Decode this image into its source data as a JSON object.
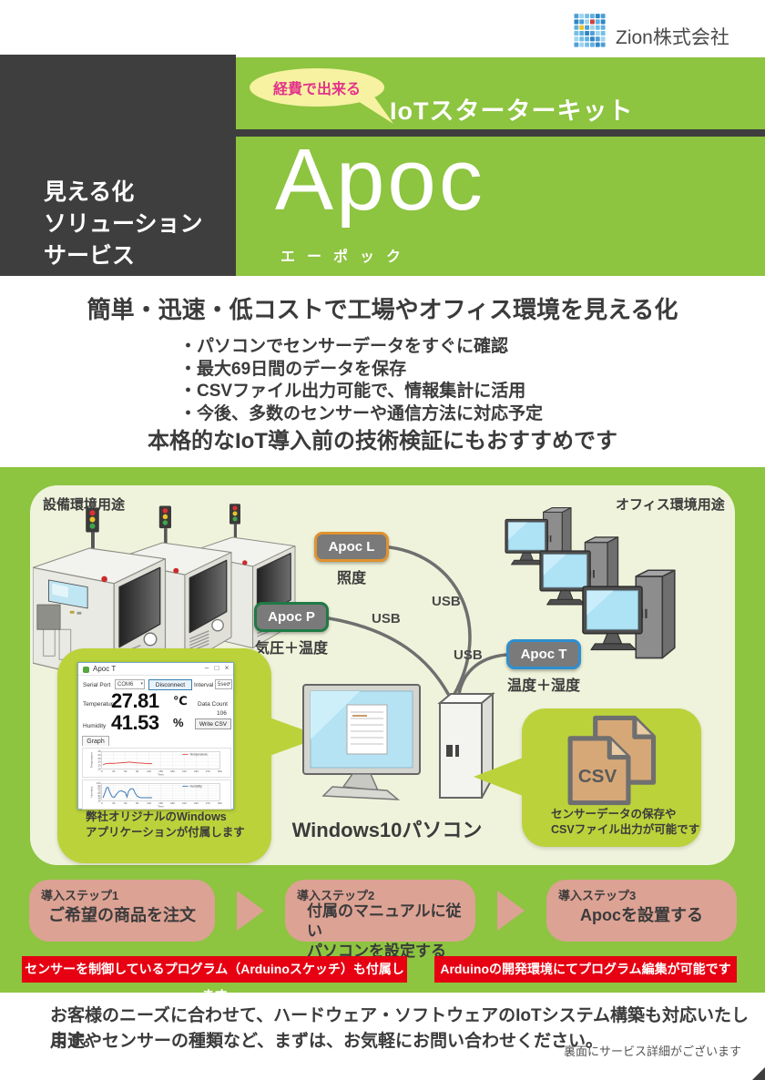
{
  "header": {
    "company": "Zion株式会社"
  },
  "hero": {
    "service_lines": [
      "見える化",
      "ソリューション",
      "サービス"
    ],
    "bubble": "経費で出来る",
    "kit_title": "IoTスターターキット",
    "product_name": "Apoc",
    "product_kana": "エーポック"
  },
  "intro": {
    "heading": "簡単・迅速・低コストで工場やオフィス環境を見える化",
    "bullets": [
      "・パソコンでセンサーデータをすぐに確認",
      "・最大69日間のデータを保存",
      "・CSVファイル出力可能で、情報集計に活用",
      "・今後、多数のセンサーや通信方法に対応予定"
    ],
    "subheading": "本格的なIoT導入前の技術検証にもおすすめです"
  },
  "diagram": {
    "left_label": "設備環境用途",
    "right_label": "オフィス環境用途",
    "usb_label": "USB",
    "devices": [
      {
        "name": "Apoc L",
        "caption": "照度"
      },
      {
        "name": "Apoc P",
        "caption": "気圧＋温度"
      },
      {
        "name": "Apoc T",
        "caption": "温度＋湿度"
      }
    ],
    "pc_label": "Windows10パソコン",
    "app_caption_lines": [
      "弊社オリジナルのWindows",
      "アプリケーションが付属します"
    ],
    "csv_icon_label": "CSV",
    "csv_caption_lines": [
      "センサーデータの保存や",
      "CSVファイル出力が可能です"
    ]
  },
  "app_window": {
    "title": "Apoc T",
    "controls": {
      "minimize": "–",
      "maximize": "□",
      "close": "×"
    },
    "serial_port_label": "Serial Port",
    "serial_port_value": "COM6",
    "disconnect_label": "Disconnect",
    "interval_label": "Interval",
    "interval_value": "5sec",
    "temperature_label": "Temperature",
    "temperature_value": "27.81",
    "temperature_unit": "℃",
    "humidity_label": "Humidity",
    "humidity_value": "41.53",
    "humidity_unit": "%",
    "data_count_label": "Data Count",
    "data_count_value": "106",
    "write_csv_label": "Write CSV",
    "graph_tab_label": "Graph"
  },
  "chart_data": [
    {
      "type": "line",
      "title": "Temperature",
      "xlabel": "Time",
      "ylabel": "Temperature",
      "xlim": [
        0,
        300
      ],
      "ylim": [
        20,
        45
      ],
      "xticks": [
        0,
        30,
        60,
        90,
        120,
        150,
        180,
        210,
        240,
        270,
        300
      ],
      "yticks": [
        20,
        25,
        30,
        35,
        40,
        45
      ],
      "grid": true,
      "legend_position": "top-right",
      "series": [
        {
          "name": "Temperature",
          "color": "#D9534A",
          "points": [
            [
              3,
              26
            ],
            [
              10,
              27.5
            ],
            [
              20,
              28
            ],
            [
              30,
              27.8
            ],
            [
              40,
              28.2
            ],
            [
              50,
              28.8
            ],
            [
              60,
              29
            ],
            [
              70,
              29.8
            ],
            [
              80,
              29.2
            ],
            [
              90,
              28.6
            ],
            [
              100,
              28.2
            ],
            [
              110,
              27.9
            ],
            [
              120,
              27.6
            ],
            [
              128,
              27.5
            ]
          ]
        }
      ]
    },
    {
      "type": "line",
      "title": "Humidity",
      "xlabel": "Time",
      "ylabel": "Humidity",
      "xlim": [
        0,
        300
      ],
      "ylim": [
        30,
        100
      ],
      "xticks": [
        0,
        30,
        60,
        90,
        120,
        150,
        180,
        210,
        240,
        270,
        300
      ],
      "yticks": [
        30,
        40,
        50,
        60,
        70,
        80,
        90,
        100
      ],
      "grid": true,
      "legend_position": "top-right",
      "series": [
        {
          "name": "Humidity",
          "color": "#3D7AB5",
          "points": [
            [
              3,
              42
            ],
            [
              8,
              62
            ],
            [
              12,
              82
            ],
            [
              16,
              84
            ],
            [
              20,
              65
            ],
            [
              26,
              46
            ],
            [
              32,
              44
            ],
            [
              38,
              58
            ],
            [
              44,
              68
            ],
            [
              50,
              70
            ],
            [
              55,
              66
            ],
            [
              60,
              63
            ],
            [
              64,
              45
            ],
            [
              68,
              68
            ],
            [
              72,
              76
            ],
            [
              76,
              79
            ],
            [
              80,
              77
            ],
            [
              85,
              60
            ],
            [
              90,
              48
            ],
            [
              95,
              44
            ],
            [
              100,
              42
            ],
            [
              110,
              42
            ],
            [
              120,
              42
            ],
            [
              128,
              42
            ]
          ]
        }
      ]
    }
  ],
  "steps": [
    {
      "label": "導入ステップ1",
      "lines": [
        "ご希望の商品を注文"
      ]
    },
    {
      "label": "導入ステップ2",
      "lines": [
        "付属のマニュアルに従い",
        "パソコンを設定する"
      ]
    },
    {
      "label": "導入ステップ3",
      "lines": [
        "Apocを設置する"
      ]
    }
  ],
  "banners": [
    "センサーを制御しているプログラム（Arduinoスケッチ）も付属します",
    "Arduinoの開発環境にてプログラム編集が可能です"
  ],
  "footer": {
    "lines": [
      "お客様のニーズに合わせて、ハードウェア・ソフトウェアのIoTシステム構築も対応いたします。",
      "用途やセンサーの種類など、まずは、お気軽にお問い合わせください。"
    ],
    "back_note": "裏面にサービス詳細がございます"
  },
  "colors": {
    "green": "#8DC440",
    "pale": "#EFF3DB",
    "callout": "#BCD23B",
    "dark": "#3E3E3E",
    "red": "#E60012",
    "step_pink": "#DCA294",
    "bubble_bg": "#F6F2A2",
    "bubble_text": "#E4338B",
    "border_l": "#E0922F",
    "border_p": "#1F7A46",
    "border_t": "#2E8FD0",
    "badge_bg": "#7A7A7A"
  }
}
